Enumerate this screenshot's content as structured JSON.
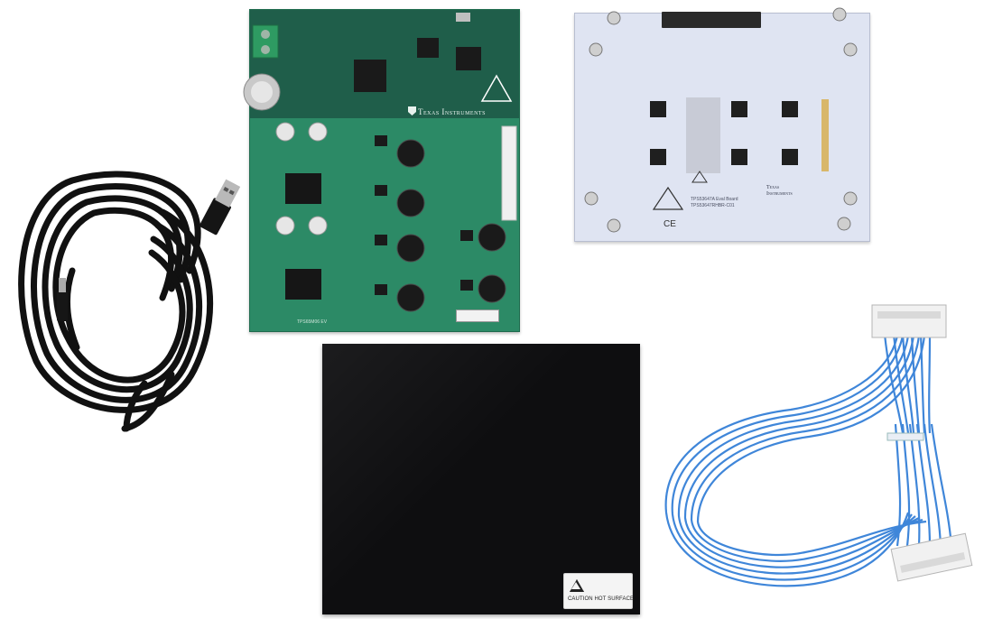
{
  "controller_board": {
    "logo_text": "Texas Instruments",
    "silkscreen_id": "TPS65M06 EV"
  },
  "eval_board": {
    "title_line1": "TPS53647A Eval Board",
    "title_line2": "TPS53647RHBR-C01",
    "logo_line1": "Texas",
    "logo_line2": "Instruments",
    "ce_mark": "CE"
  },
  "heat_pad": {
    "caution_text": "CAUTION HOT SURFACE"
  },
  "colors": {
    "pcb_green": "#2c8a66",
    "pcb_white": "#dfe4f2",
    "cable_black": "#111111",
    "cable_blue": "#3f86d9"
  },
  "icons": [
    "caution-triangle-icon",
    "ti-logo-icon",
    "usb-plug-icon"
  ]
}
